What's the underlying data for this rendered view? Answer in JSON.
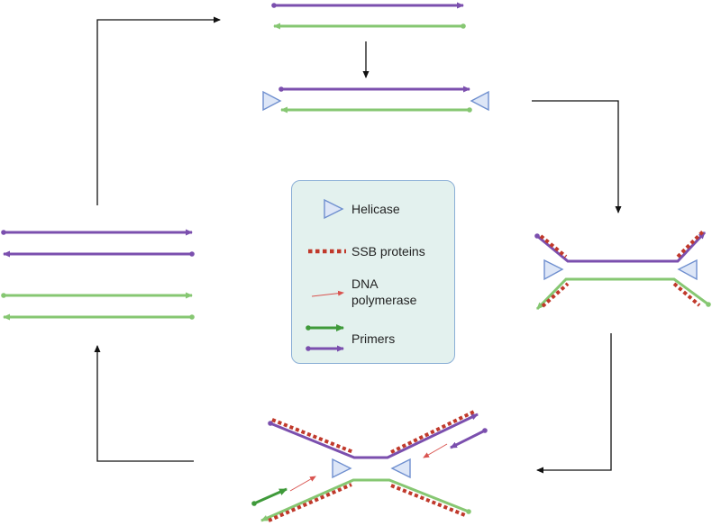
{
  "colors": {
    "top_strand": "#7b4fae",
    "bottom_strand": "#86c772",
    "primer_green": "#3f9a3a",
    "ssb": "#c0392b",
    "polymerase": "#d9534f",
    "helicase_stroke": "#6f8fcf",
    "helicase_fill": "#dde6f7",
    "arrow": "#111111",
    "legend_bg": "#e3f1ee",
    "legend_border": "#8bafd6"
  },
  "legend": {
    "helicase_label": "Helicase",
    "ssb_label": "SSB proteins",
    "polymerase_label_line1": "DNA",
    "polymerase_label_line2": "polymerase",
    "primers_label": "Primers"
  },
  "icons": [
    "helicase-icon",
    "ssb-protein-icon",
    "dna-polymerase-icon",
    "primer-icon"
  ]
}
